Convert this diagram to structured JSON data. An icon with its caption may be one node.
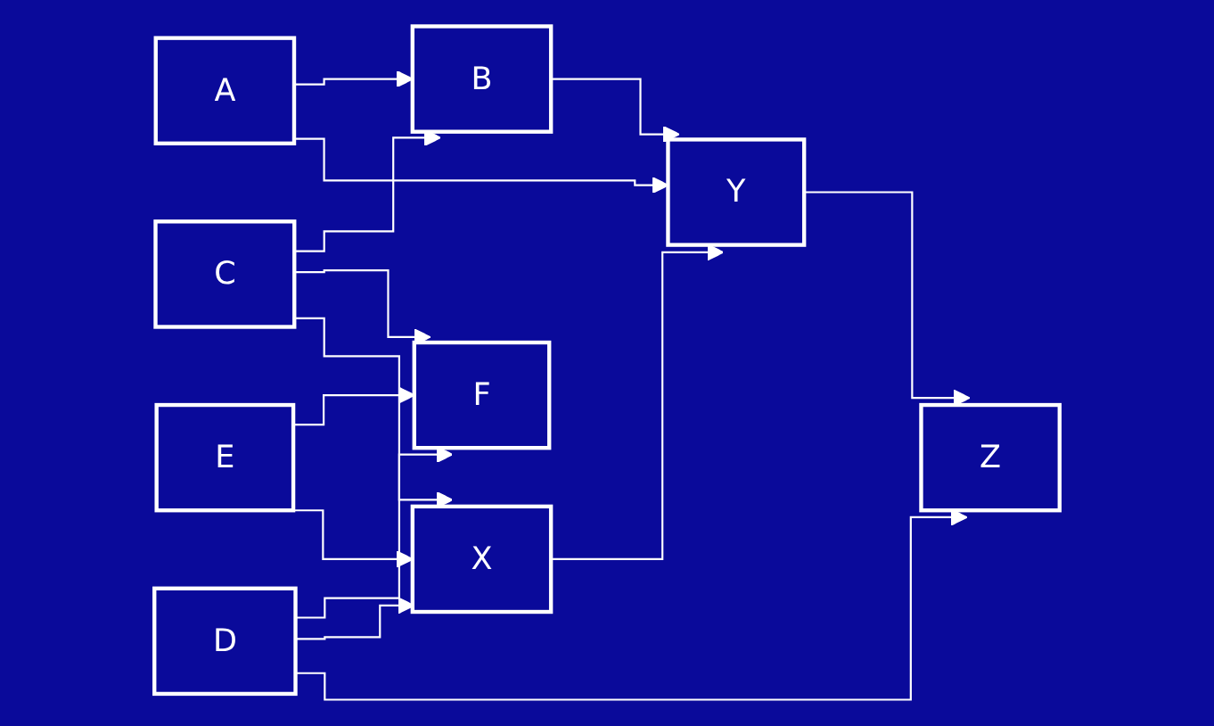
{
  "diagram": {
    "nodes": [
      {
        "text": [
          "A"
        ]
      },
      {
        "text": [
          "C"
        ]
      },
      {
        "text": [
          "D"
        ]
      },
      {
        "text": [
          "E"
        ]
      },
      {
        "text": [
          "B"
        ]
      },
      {
        "text": [
          "F"
        ]
      },
      {
        "text": [
          "X"
        ]
      },
      {
        "text": [
          "Y"
        ]
      },
      {
        "text": [
          "Z"
        ]
      }
    ],
    "edges": [
      {
        "from": 0,
        "to": 4,
        "arrow": "to"
      },
      {
        "from": 1,
        "to": 4,
        "arrow": "to"
      },
      {
        "from": 1,
        "to": 5,
        "arrow": "to"
      },
      {
        "from": 1,
        "to": 6,
        "arrow": "to"
      },
      {
        "from": 2,
        "to": 5,
        "arrow": "to"
      },
      {
        "from": 2,
        "to": 6,
        "arrow": "to"
      },
      {
        "from": 3,
        "to": 5,
        "arrow": "to"
      },
      {
        "from": 3,
        "to": 6,
        "arrow": "to"
      },
      {
        "from": 0,
        "to": 7,
        "arrow": "to"
      },
      {
        "from": 4,
        "to": 7,
        "arrow": "to"
      },
      {
        "from": 6,
        "to": 7,
        "arrow": "to"
      },
      {
        "from": 7,
        "to": 8,
        "arrow": "to"
      },
      {
        "from": 2,
        "to": 8,
        "arrow": "to"
      }
    ]
  }
}
